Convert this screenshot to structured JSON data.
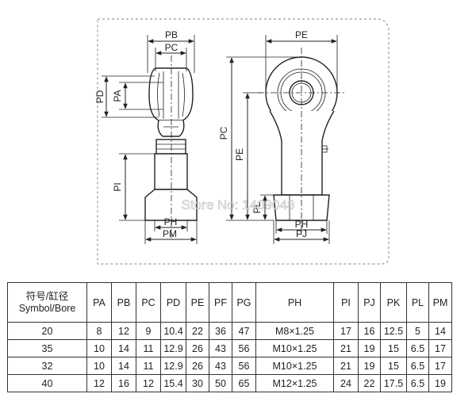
{
  "drawing": {
    "left_view_labels": {
      "pb": "PB",
      "pc": "PC",
      "pd": "PD",
      "pa": "PA",
      "pi": "PI",
      "ph": "PH",
      "pm": "PM"
    },
    "right_view_labels": {
      "pe_top": "PE",
      "pc": "PC",
      "pe_side": "PE",
      "pl": "PL",
      "ph": "PH",
      "pj": "PJ"
    },
    "watermark": "Store No: 1409048"
  },
  "table": {
    "header": {
      "bore_line1": "符号/缸径",
      "bore_line2": "Symbol/Bore",
      "columns": [
        "PA",
        "PB",
        "PC",
        "PD",
        "PE",
        "PF",
        "PG",
        "PH",
        "PI",
        "PJ",
        "PK",
        "PL",
        "PM"
      ]
    },
    "rows": [
      {
        "bore": "20",
        "values": [
          "8",
          "12",
          "9",
          "10.4",
          "22",
          "36",
          "47",
          "M8×1.25",
          "17",
          "16",
          "12.5",
          "5",
          "14"
        ]
      },
      {
        "bore": "35",
        "values": [
          "10",
          "14",
          "11",
          "12.9",
          "26",
          "43",
          "56",
          "M10×1.25",
          "21",
          "19",
          "15",
          "6.5",
          "17"
        ]
      },
      {
        "bore": "32",
        "values": [
          "10",
          "14",
          "11",
          "12.9",
          "26",
          "43",
          "56",
          "M10×1.25",
          "21",
          "19",
          "15",
          "6.5",
          "17"
        ]
      },
      {
        "bore": "40",
        "values": [
          "12",
          "16",
          "12",
          "15.4",
          "30",
          "50",
          "65",
          "M12×1.25",
          "24",
          "22",
          "17.5",
          "6.5",
          "19"
        ]
      }
    ]
  }
}
